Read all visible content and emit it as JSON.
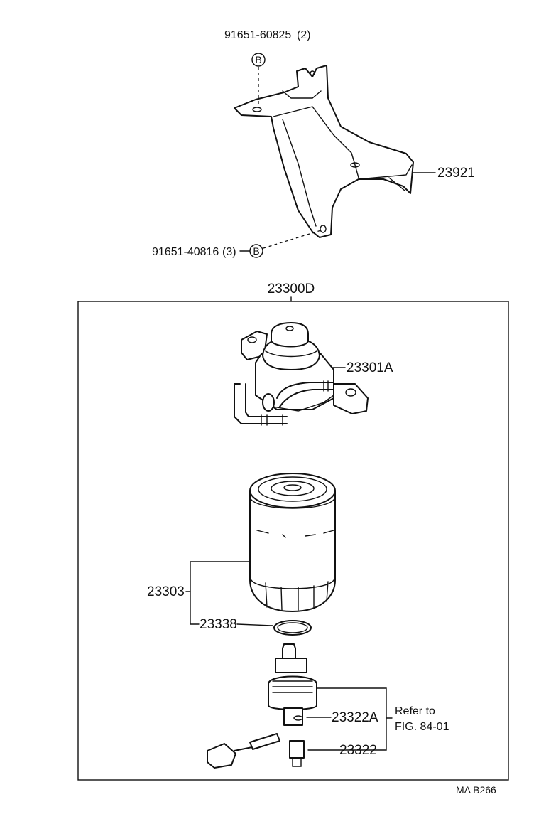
{
  "labels": {
    "bolt_top": "91651-60825",
    "bolt_top_qty": "(2)",
    "bolt_bottom": "91651-40816",
    "bolt_bottom_qty": "(3)",
    "bolt_marker": "B",
    "bracket": "23921",
    "assembly": "23300D",
    "filter_head": "23301A",
    "filter_element": "23303",
    "o_ring": "23338",
    "sensor_gasket": "23322A",
    "sensor_switch": "23322",
    "refer_line1": "Refer to",
    "refer_line2": "FIG. 84-01",
    "figure_code": "MA  B266"
  }
}
